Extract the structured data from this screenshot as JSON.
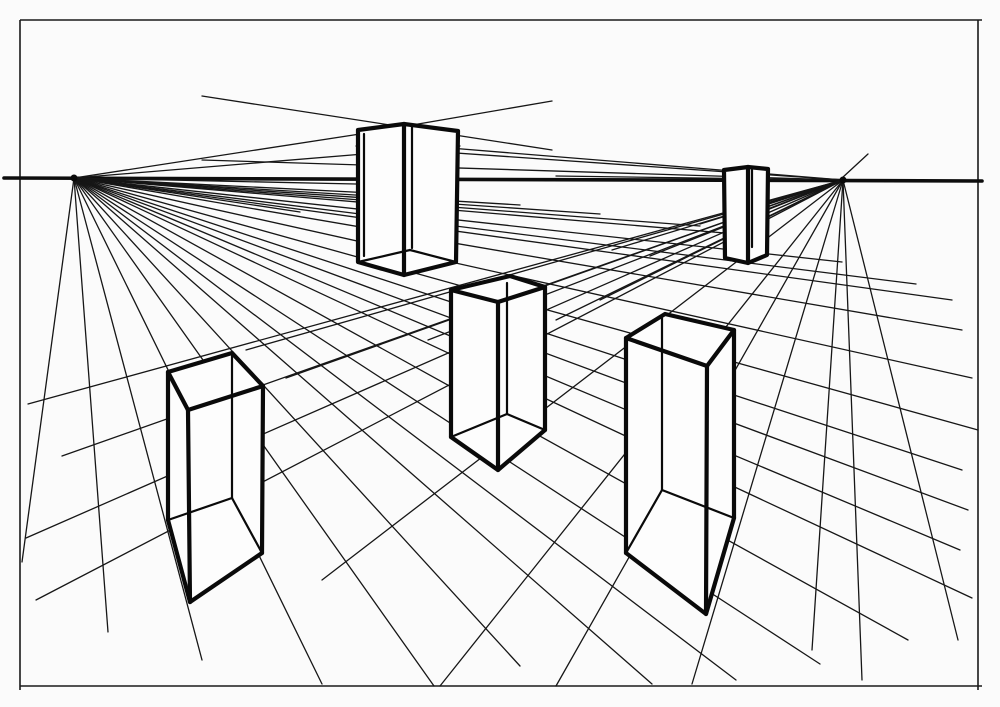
{
  "drawing": {
    "subject": "two-point-perspective",
    "paper_color": "#fbfbfb",
    "ink_color": "#0a0a0a",
    "vanishing_points": [
      "left",
      "right"
    ],
    "box_count": 5
  }
}
